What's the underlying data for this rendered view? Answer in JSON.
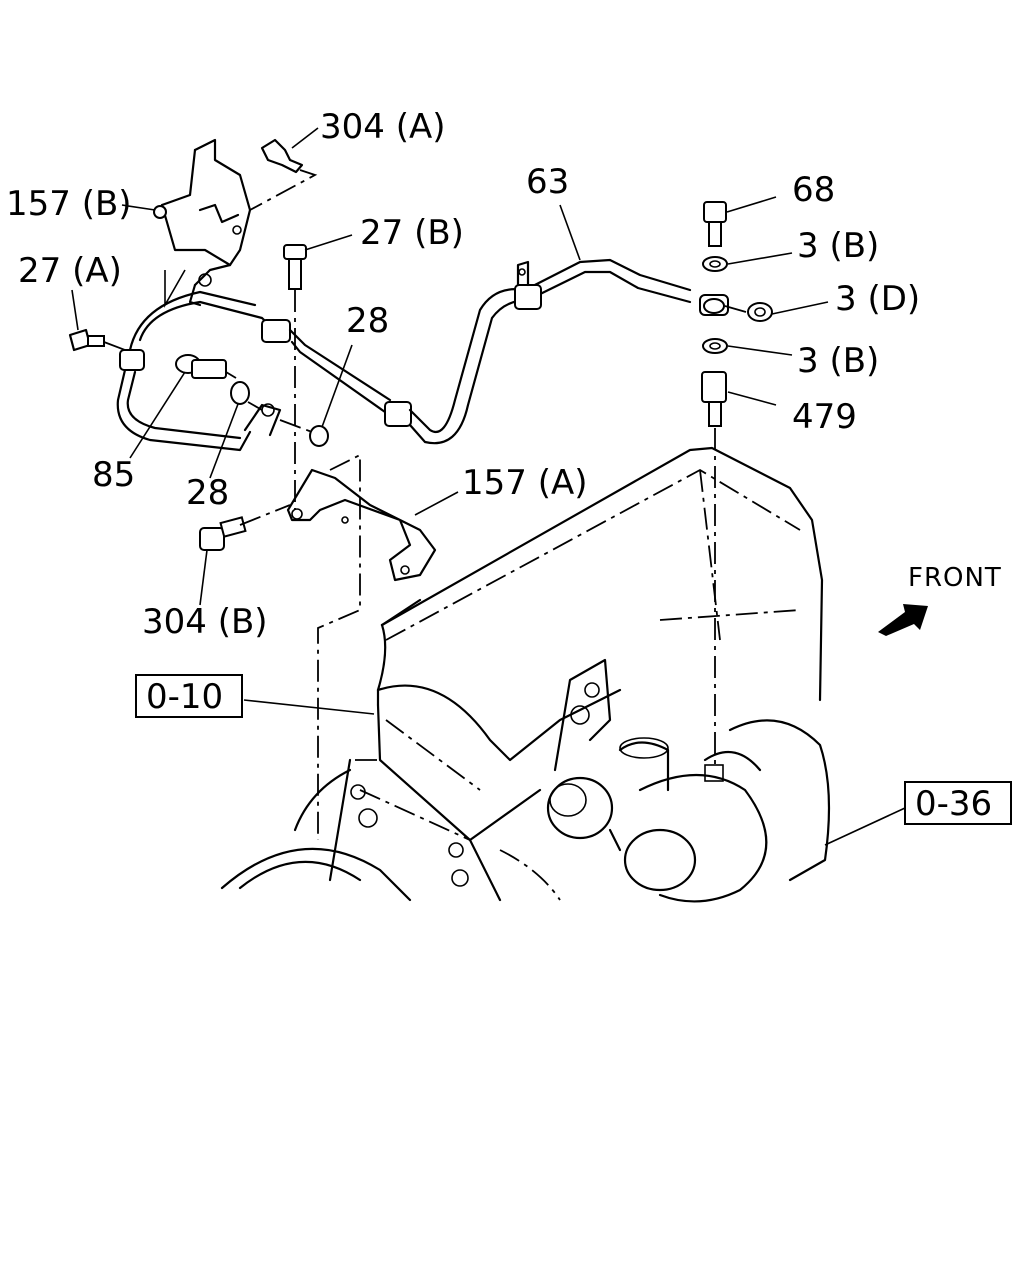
{
  "callouts": [
    {
      "id": "c304a",
      "text": "304 (A)"
    },
    {
      "id": "c157b",
      "text": "157 (B)"
    },
    {
      "id": "c27b",
      "text": "27 (B)"
    },
    {
      "id": "c27a",
      "text": "27 (A)"
    },
    {
      "id": "c63",
      "text": "63"
    },
    {
      "id": "c68",
      "text": "68"
    },
    {
      "id": "c3b1",
      "text": "3 (B)"
    },
    {
      "id": "c3d",
      "text": "3 (D)"
    },
    {
      "id": "c3b2",
      "text": "3 (B)"
    },
    {
      "id": "c479",
      "text": "479"
    },
    {
      "id": "c28a",
      "text": "28"
    },
    {
      "id": "c85",
      "text": "85"
    },
    {
      "id": "c28b",
      "text": "28"
    },
    {
      "id": "c157a",
      "text": "157 (A)"
    },
    {
      "id": "c304b",
      "text": "304 (B)"
    }
  ],
  "refs": {
    "r010": "0-10",
    "r036": "0-36"
  },
  "direction": {
    "label": "FRONT",
    "icon": "arrow-icon"
  }
}
